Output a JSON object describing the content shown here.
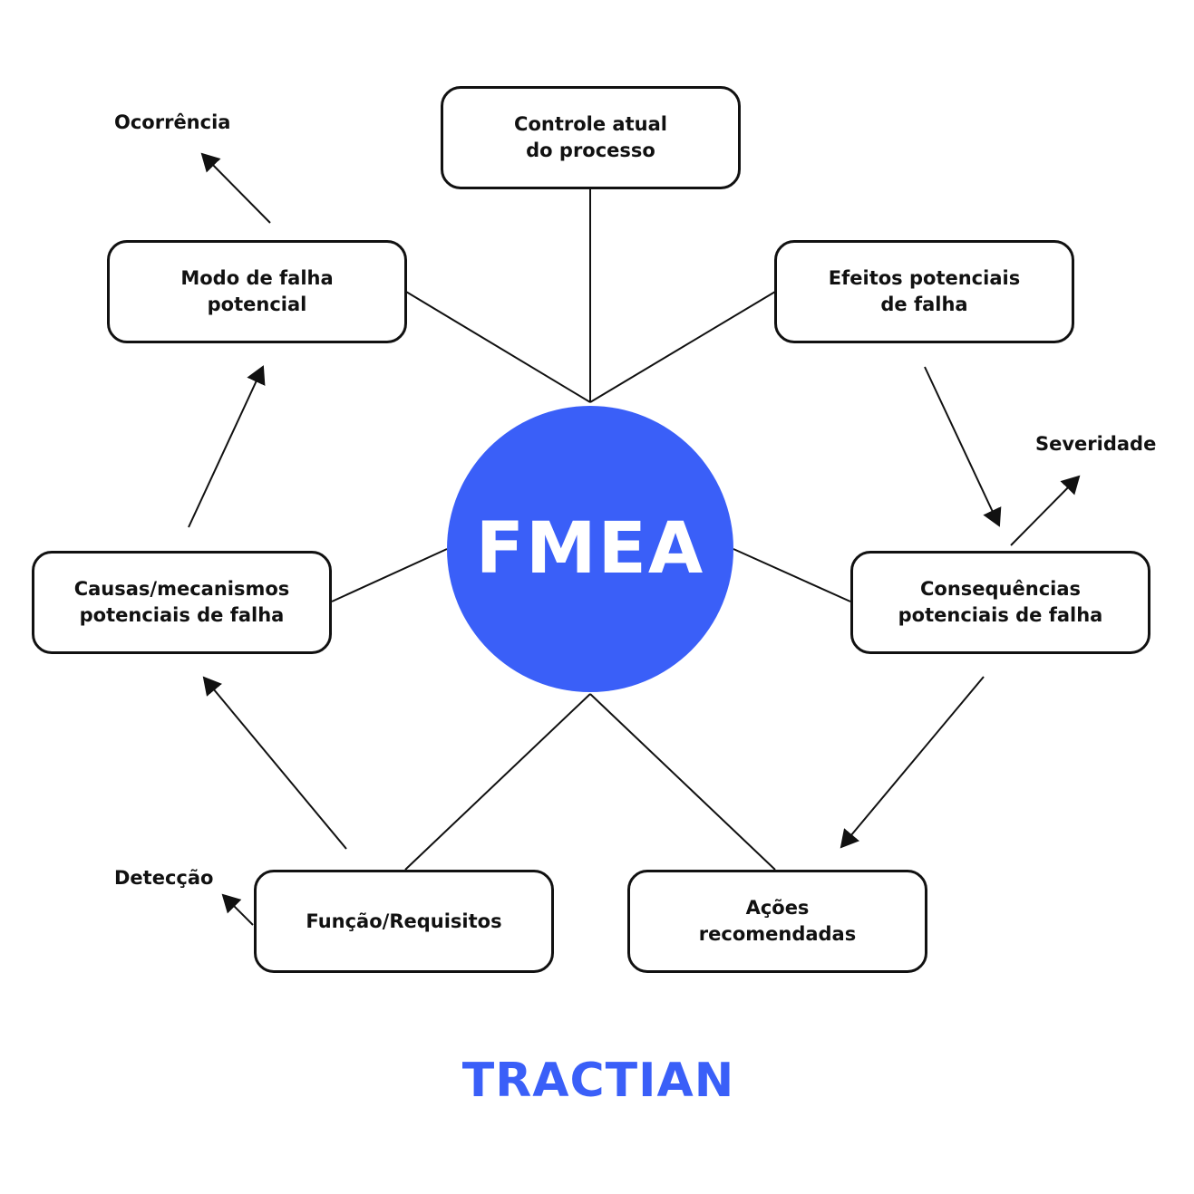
{
  "diagram": {
    "center": {
      "label": "FMEA",
      "color": "#3a5ff8"
    },
    "nodes": {
      "controle": "Controle atual do processo",
      "efeitos": "Efeitos potenciais de falha",
      "consequencias": "Consequências potenciais de falha",
      "acoes": "Ações recomendadas",
      "funcao": "Função/Requisitos",
      "causas": "Causas/mecanismos potenciais de falha",
      "modo": "Modo de falha potencial"
    },
    "annotations": {
      "ocorrencia": "Ocorrência",
      "severidade": "Severidade",
      "deteccao": "Detecção"
    }
  },
  "brand": {
    "logo": "TRACTIAN",
    "color": "#3a5ff8"
  }
}
